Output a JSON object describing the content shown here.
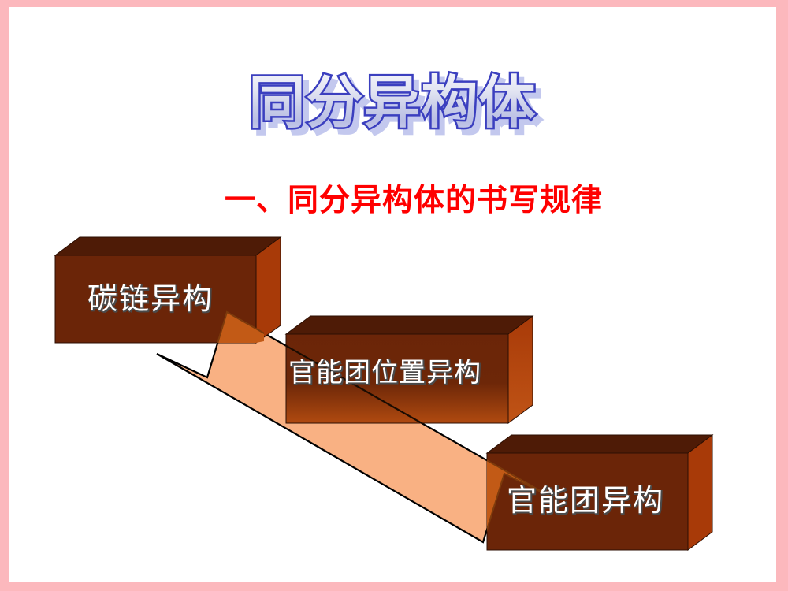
{
  "slide": {
    "border_color": "#fcb8bd",
    "background_color": "#ffffff",
    "title": "同分异构体",
    "subtitle": "一、同分异构体的书写规律",
    "title_outline_color": "#3b3fbf",
    "title_shadow_color": "#c3c8ee",
    "subtitle_color": "#ff0000"
  },
  "diagram": {
    "type": "flow-boxes-with-double-arrow",
    "box_front_color": "#6b2508",
    "box_top_color": "#4e1b06",
    "box_side_color": "#a83a08",
    "box_text_color": "#ffffff",
    "arrow_fill_color": "#f9b183",
    "arrow_outline_color": "#000000",
    "arrow_over_box_color": "#c25a16",
    "boxes": [
      {
        "id": "box-carbon-chain",
        "label": "碳链异构"
      },
      {
        "id": "box-functional-group-position",
        "label": "官能团位置异构"
      },
      {
        "id": "box-functional-group",
        "label": "官能团异构"
      }
    ],
    "arrow": {
      "name": "double-headed-diagonal-arrow",
      "direction": "both",
      "from": "box-carbon-chain",
      "to": "box-functional-group"
    }
  }
}
